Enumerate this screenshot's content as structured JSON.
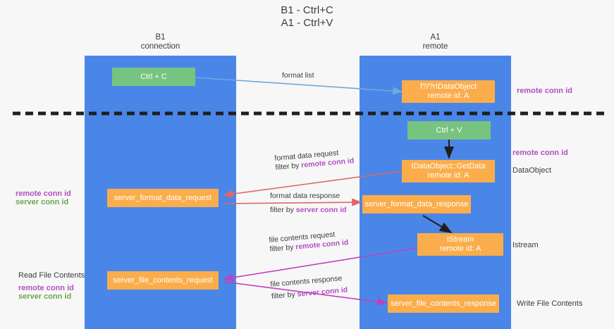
{
  "title": {
    "line1": "B1 - Ctrl+C",
    "line2": "A1 - Ctrl+V"
  },
  "columns": [
    {
      "name": "B1",
      "role": "connection"
    },
    {
      "name": "A1",
      "role": "remote"
    }
  ],
  "boxes": {
    "ctrl_c": {
      "label": "Ctrl + C"
    },
    "ctrl_v": {
      "label": "Ctrl + V"
    },
    "idataobject": {
      "line1": "f?/?rIDataObject",
      "line2": "remote id: A"
    },
    "getdata": {
      "line1": "IDataObject::GetData",
      "line2": "remote id: A"
    },
    "istream": {
      "line1": "IStream",
      "line2": "remote id: A"
    },
    "server_format_data_request": {
      "label": "server_format_data_request"
    },
    "server_format_data_response": {
      "label": "server_format_data_response"
    },
    "server_file_contents_request": {
      "label": "server_file_contents_request"
    },
    "server_file_contents_response": {
      "label": "server_file_contents_response"
    }
  },
  "edges": {
    "format_list": {
      "label": "format list"
    },
    "format_data_request": {
      "line1": "format data request",
      "prefix": "filter by ",
      "key": "remote conn id"
    },
    "format_data_response": {
      "line1": "format data response",
      "prefix": "filter by ",
      "key": "server conn id"
    },
    "file_contents_request": {
      "line1": "file contents request",
      "prefix": "filter by ",
      "key": "remote conn id"
    },
    "file_contents_response": {
      "line1": "file contents response",
      "prefix": "filter by ",
      "key": "server conn id"
    }
  },
  "annotations": {
    "right_remote_conn_id_top": "remote conn id",
    "right_remote_conn_id_mid": "remote conn id",
    "right_dataobject": "DataObject",
    "right_istream": "Istream",
    "right_write_file_contents": "Write File Contents",
    "left_remote_conn_id_mid": "remote conn id",
    "left_server_conn_id_mid": "server conn id",
    "left_read_file_contents": "Read File Contents",
    "left_remote_conn_id_bottom": "remote conn id",
    "left_server_conn_id_bottom": "server conn id"
  },
  "colors": {
    "lane": "#4a86e8",
    "green_box": "#76c47f",
    "orange_box": "#fbad4b",
    "purple_text": "#b24fc4",
    "green_text": "#6aa84f",
    "arrow_blue": "#6fa8dc",
    "arrow_red": "#e06666",
    "arrow_magenta": "#c040c0",
    "arrow_black": "#1f1f1f",
    "background": "#f7f7f7"
  }
}
